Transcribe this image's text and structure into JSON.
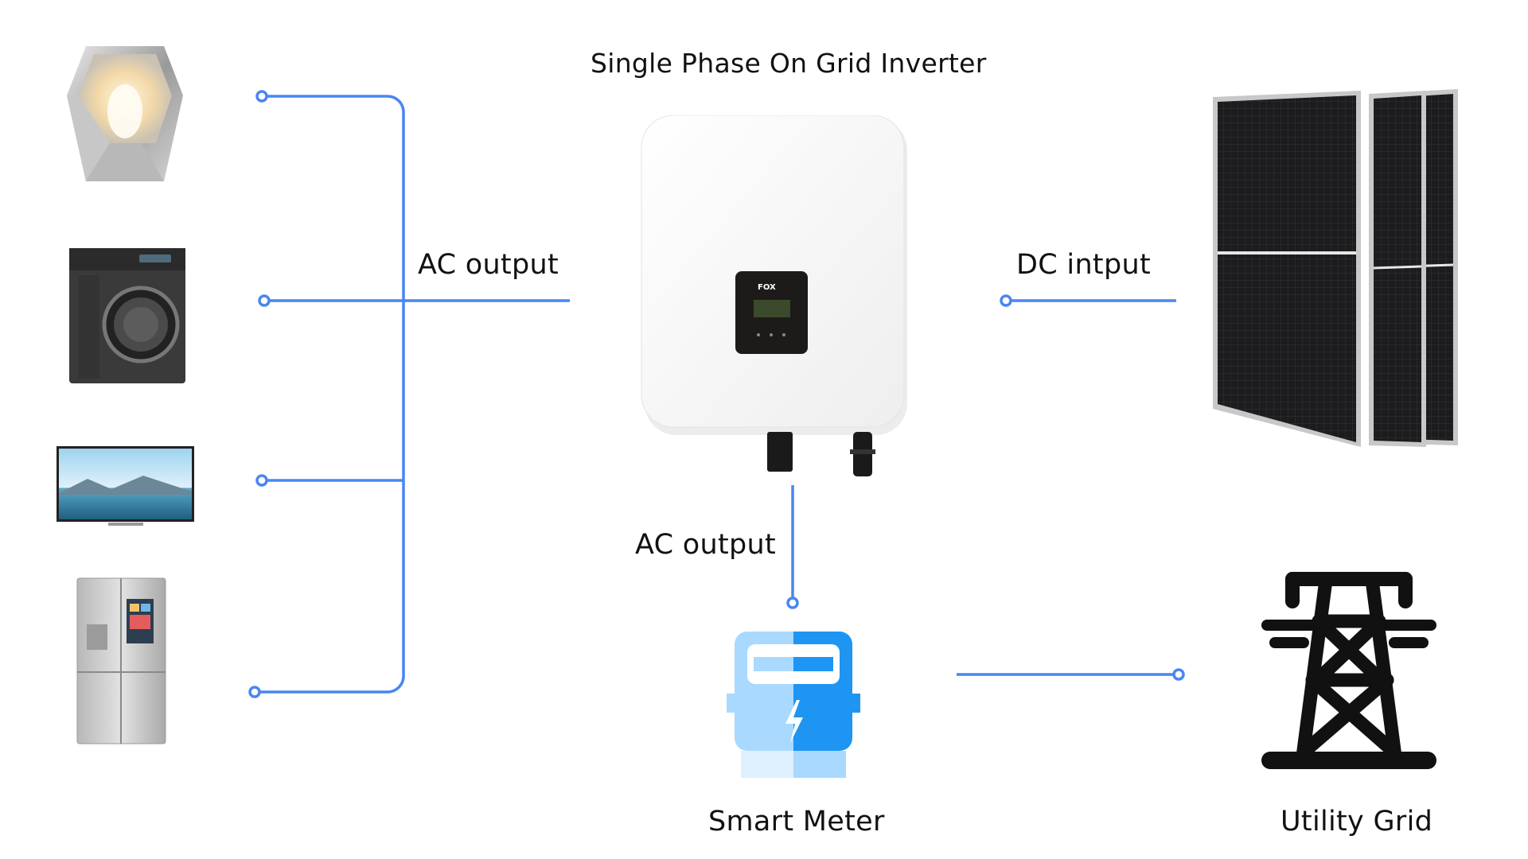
{
  "diagram": {
    "title": "Single Phase On Grid Inverter",
    "ac_output_left_label": "AC output",
    "dc_input_label": "DC intput",
    "ac_output_bottom_label": "AC output",
    "smart_meter_label": "Smart Meter",
    "utility_grid_label": "Utility Grid",
    "inverter_brand": "FOX",
    "appliances": [
      "lamp-icon",
      "washing-machine-icon",
      "tv-icon",
      "refrigerator-icon"
    ],
    "colors": {
      "wire": "#4a86f0",
      "meter_light": "#a9d9ff",
      "meter_dark": "#1e95f2",
      "text": "#111111"
    }
  }
}
